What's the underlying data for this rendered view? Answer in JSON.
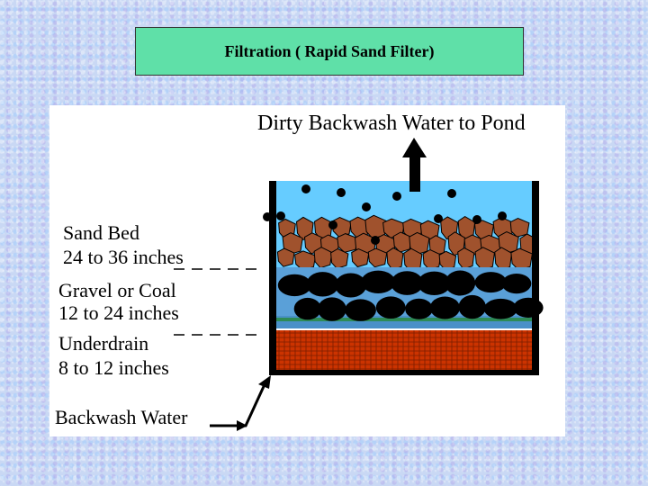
{
  "title": "Filtration ( Rapid Sand Filter)",
  "diagram": {
    "top_label": "Dirty Backwash Water to Pond",
    "sand_bed": {
      "name": "Sand Bed",
      "depth": "24 to 36 inches"
    },
    "gravel": {
      "name": "Gravel or Coal",
      "depth": "12 to 24 inches"
    },
    "underdrain": {
      "name": "Underdrain",
      "depth": "8 to 12 inches"
    },
    "bottom_label": "Backwash Water"
  },
  "colors": {
    "title_bg": "#5fe0a8",
    "water": "#66ccff",
    "sand": "#a0522d",
    "gravel": "#000000",
    "underdrain": "#cc3300",
    "seam": "#2e8b57"
  }
}
